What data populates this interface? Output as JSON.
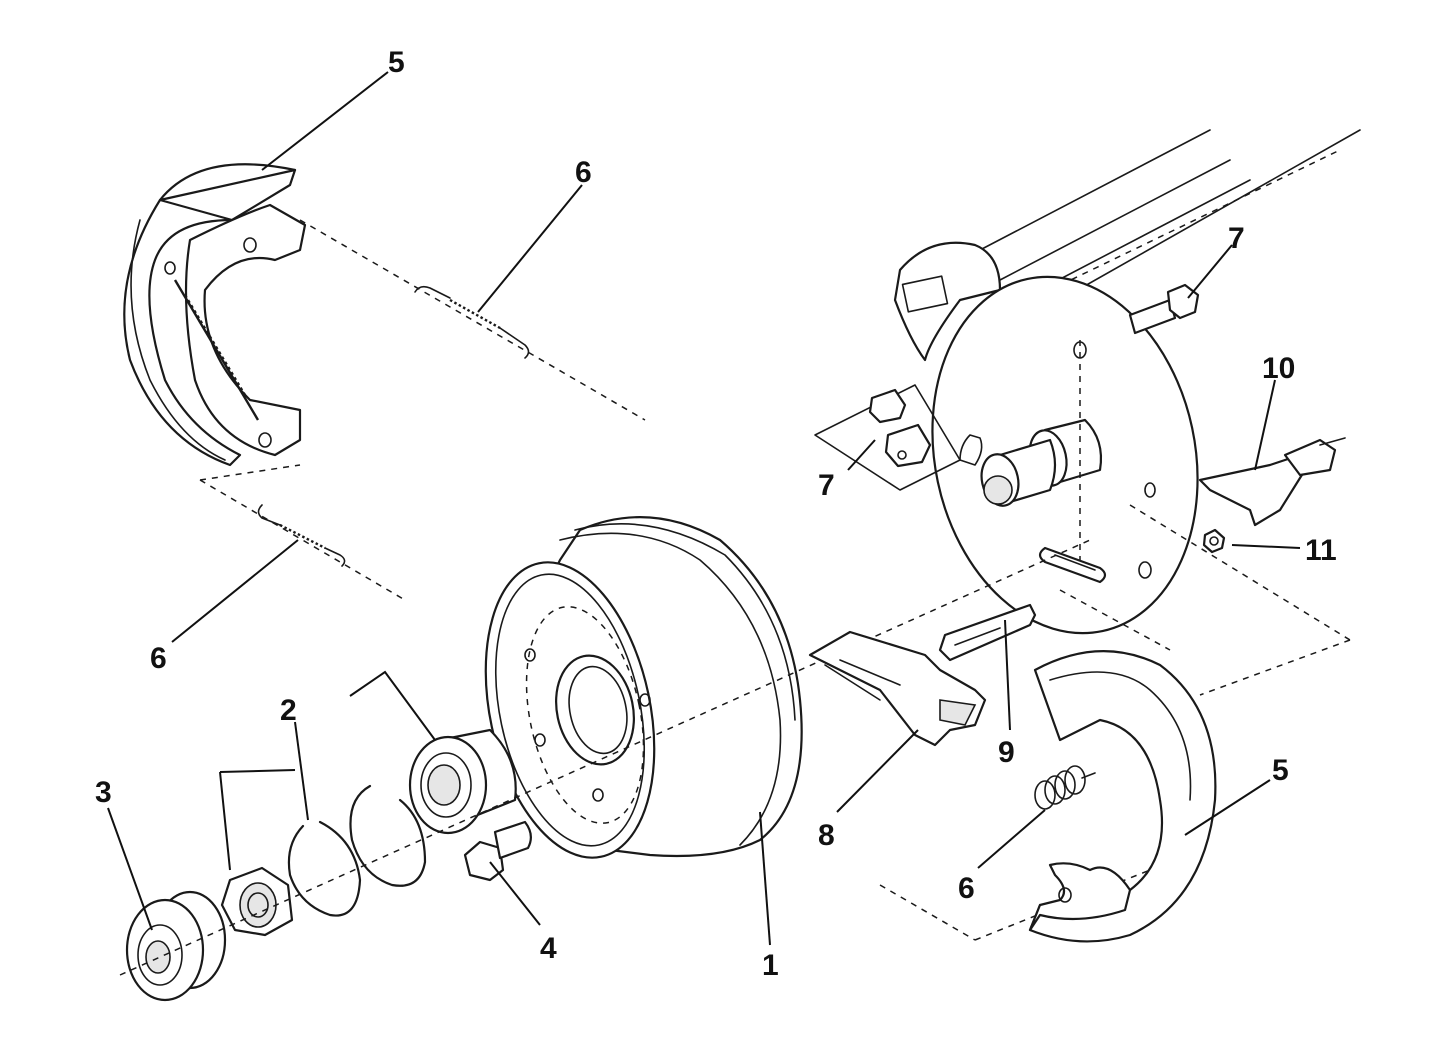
{
  "diagram": {
    "callouts": {
      "drum": "1",
      "bearing_set": "2",
      "hub_cap": "3",
      "wheel_bolt": "4",
      "brake_shoe_upper": "5",
      "brake_shoe_lower": "5",
      "spring_upper": "6",
      "spring_left": "6",
      "spring_lower": "6",
      "adjuster_bolt": "7",
      "adjuster_nut": "7",
      "expander_lever": "8",
      "expander_link": "9",
      "cable_bracket": "10",
      "nut": "11"
    },
    "colors": {
      "line": "#1a1a1a",
      "background": "#ffffff",
      "shade": "#e6e6e6"
    }
  }
}
